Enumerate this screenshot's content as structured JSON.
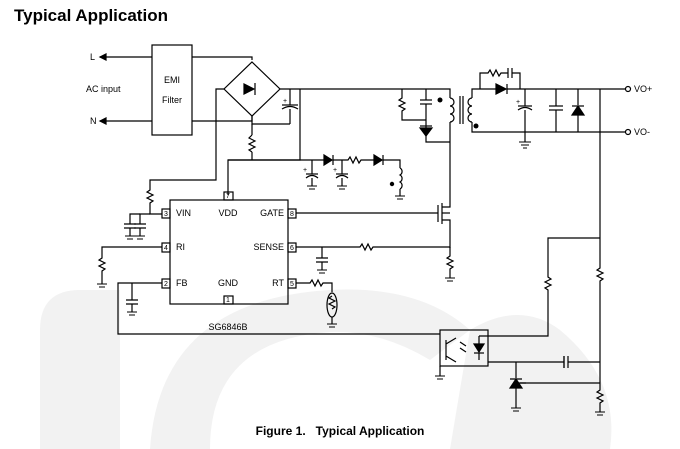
{
  "title": "Typical Application",
  "caption": {
    "number": "Figure 1.",
    "text": "Typical Application"
  },
  "input": {
    "line": "L",
    "neutral": "N",
    "label": "AC input"
  },
  "emi_filter": {
    "line1": "EMI",
    "line2": "Filter"
  },
  "ic": {
    "name": "SG6846B",
    "pins": [
      {
        "num": "3",
        "label": "VIN"
      },
      {
        "num": "4",
        "label": "RI"
      },
      {
        "num": "2",
        "label": "FB"
      },
      {
        "num": "7",
        "label": "VDD"
      },
      {
        "num": "8",
        "label": "GATE"
      },
      {
        "num": "6",
        "label": "SENSE"
      },
      {
        "num": "5",
        "label": "RT"
      },
      {
        "num": "1",
        "label": "GND"
      }
    ]
  },
  "outputs": {
    "positive": "VO+",
    "negative": "VO-"
  }
}
